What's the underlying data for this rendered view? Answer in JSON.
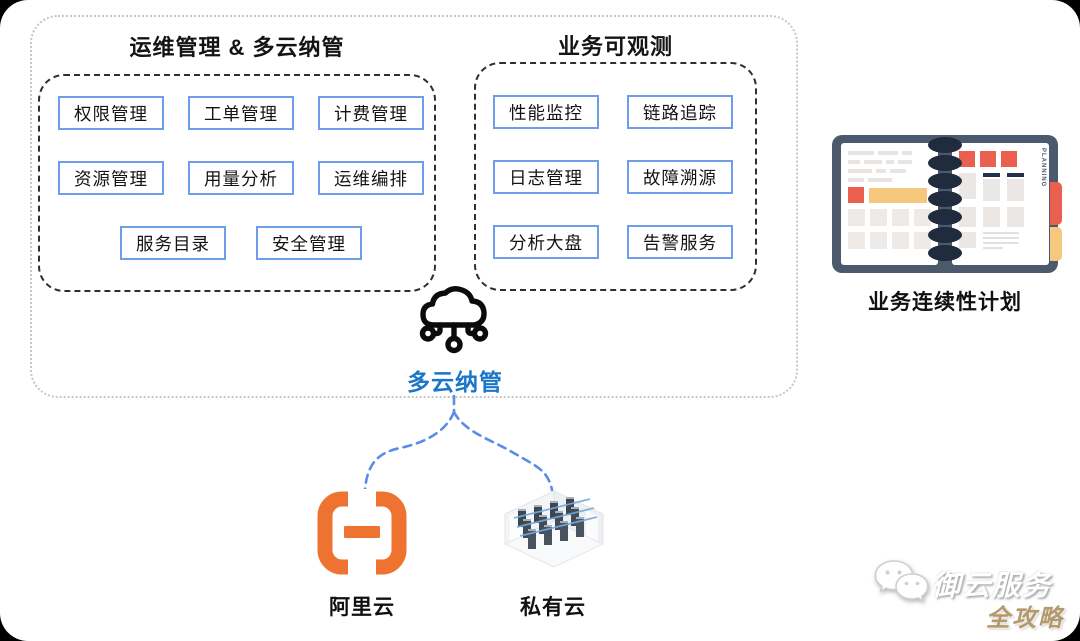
{
  "ops": {
    "title": "运维管理 & 多云纳管",
    "items": [
      "权限管理",
      "工单管理",
      "计费管理",
      "资源管理",
      "用量分析",
      "运维编排",
      "服务目录",
      "安全管理"
    ]
  },
  "obs": {
    "title": "业务可观测",
    "items": [
      "性能监控",
      "链路追踪",
      "日志管理",
      "故障溯源",
      "分析大盘",
      "告警服务"
    ]
  },
  "hub": {
    "label": "多云纳管",
    "icon": "cloud-network-icon"
  },
  "providers": [
    {
      "label": "阿里云",
      "icon": "alibaba-cloud-logo"
    },
    {
      "label": "私有云",
      "icon": "server-room-icon"
    }
  ],
  "bcp": {
    "label": "业务连续性计划",
    "planner_text": "PLANNING",
    "icon": "planner-notebook"
  },
  "watermark": {
    "brand": "御云服务",
    "tagline": "全攻略",
    "icon": "wechat-icon"
  },
  "colors": {
    "accent_blue": "#1b76c9",
    "box_border_blue": "#6f9de9",
    "connector_blue": "#5a8ce8",
    "alibaba_orange": "#ee7230",
    "notebook_cover": "#4a5a6c",
    "notebook_spiral": "#202b3d",
    "notebook_red": "#e9614e",
    "notebook_tan": "#f5c87d",
    "watermark_gold": "#b5996b"
  }
}
